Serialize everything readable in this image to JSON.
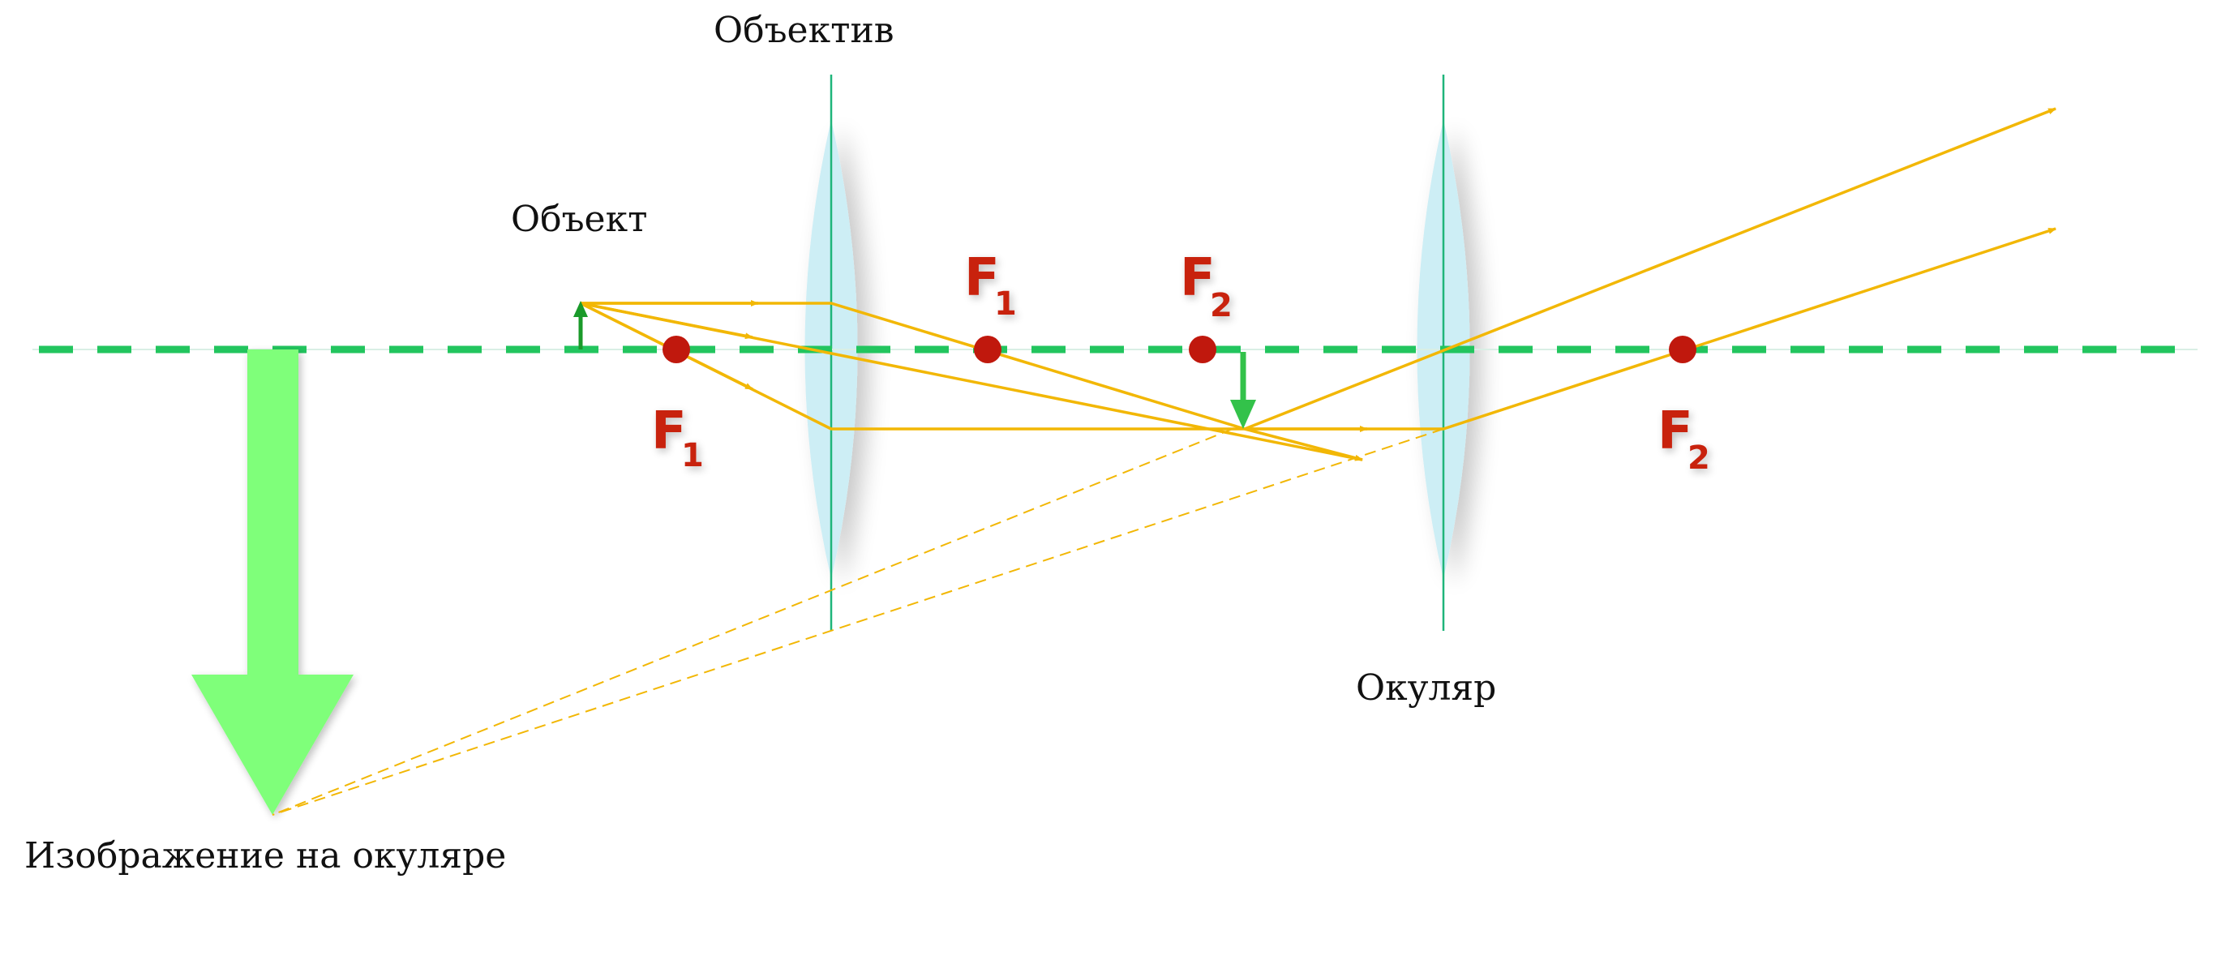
{
  "labels": {
    "objective": "Объектив",
    "object": "Объект",
    "eyepiece": "Окуляр",
    "image": "Изображение на окуляре"
  },
  "focal_points": [
    {
      "letter": "F",
      "index": "1"
    },
    {
      "letter": "F",
      "index": "1"
    },
    {
      "letter": "F",
      "index": "2"
    },
    {
      "letter": "F",
      "index": "2"
    }
  ],
  "colors": {
    "axis": "#22c55e",
    "ray": "#f2b705",
    "focal_point": "#c0180d",
    "focal_text": "#c8210f",
    "lens_fill": "#cdeef5",
    "lens_axis": "#1fb57a",
    "object_arrow": "#1a9a2a",
    "intermediate_arrow": "#33c24a",
    "image_arrow": "#7fff7a"
  }
}
